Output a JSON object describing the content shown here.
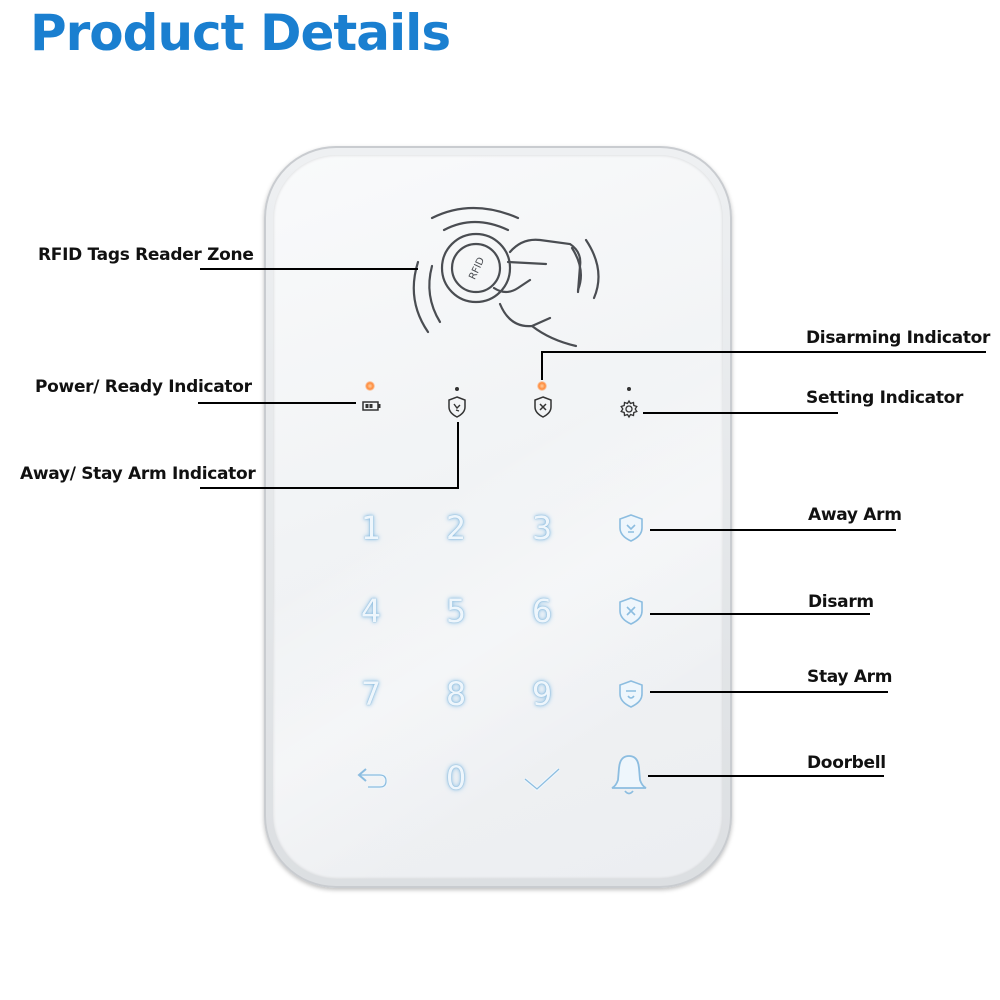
{
  "title": "Product Details",
  "labels": {
    "rfid_zone": "RFID Tags Reader Zone",
    "power_ready": "Power/ Ready Indicator",
    "away_stay_arm_indicator": "Away/ Stay Arm Indicator",
    "disarming_indicator": "Disarming Indicator",
    "setting_indicator": "Setting Indicator",
    "away_arm": "Away Arm",
    "disarm": "Disarm",
    "stay_arm": "Stay Arm",
    "doorbell": "Doorbell"
  },
  "rfid_badge_text": "RFID",
  "keys": [
    "1",
    "2",
    "3",
    "4",
    "5",
    "6",
    "7",
    "8",
    "9",
    "0"
  ],
  "colors": {
    "title": "#1a7fd0",
    "led": "#ff8a3a",
    "key_glow": "#8cbde0"
  },
  "icons": [
    "battery-icon",
    "shield-arm-icon",
    "shield-x-icon",
    "gear-icon",
    "shield-away-icon",
    "shield-disarm-icon",
    "shield-stay-icon",
    "bell-icon",
    "back-arrow-icon",
    "check-icon",
    "rfid-hand-icon"
  ]
}
